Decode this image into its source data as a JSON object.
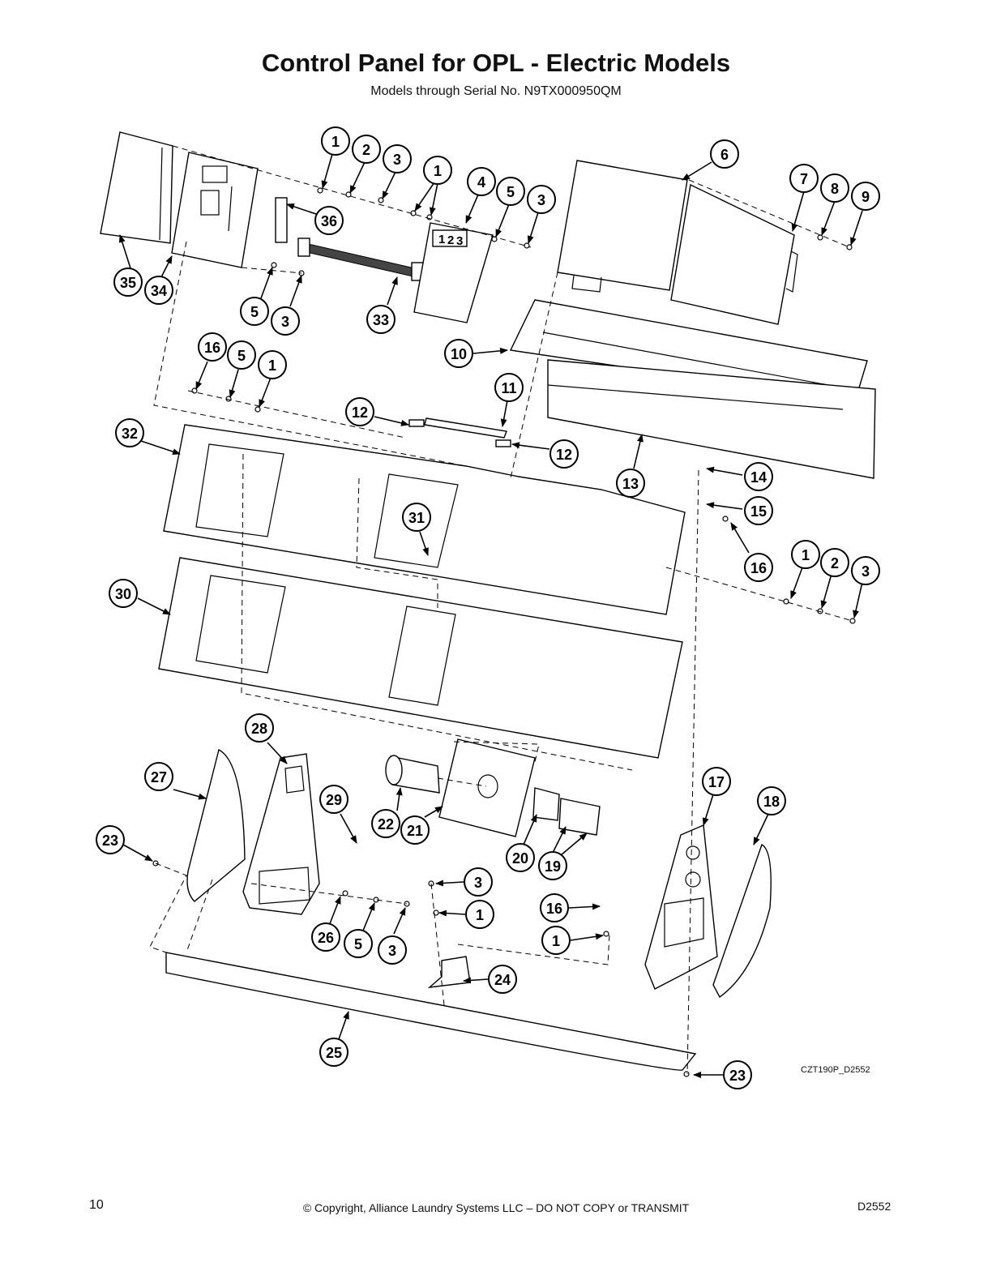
{
  "title": "Control Panel for OPL - Electric Models",
  "subtitle": "Models through Serial No. N9TX000950QM",
  "drawing_code": "CZT190P_D2552",
  "keypad_digits": [
    "1",
    "2",
    "3"
  ],
  "footer": {
    "page_number": "10",
    "copyright": "© Copyright, Alliance Laundry Systems LLC – DO NOT COPY or TRANSMIT",
    "document_code": "D2552"
  },
  "callouts": [
    "1",
    "2",
    "3",
    "1",
    "4",
    "5",
    "3",
    "6",
    "7",
    "8",
    "9",
    "36",
    "35",
    "34",
    "5",
    "3",
    "33",
    "16",
    "5",
    "1",
    "10",
    "11",
    "12",
    "12",
    "13",
    "32",
    "14",
    "15",
    "16",
    "31",
    "1",
    "2",
    "3",
    "30",
    "28",
    "27",
    "29",
    "22",
    "21",
    "23",
    "20",
    "19",
    "17",
    "18",
    "3",
    "1",
    "16",
    "1",
    "26",
    "5",
    "3",
    "24",
    "25",
    "23"
  ]
}
